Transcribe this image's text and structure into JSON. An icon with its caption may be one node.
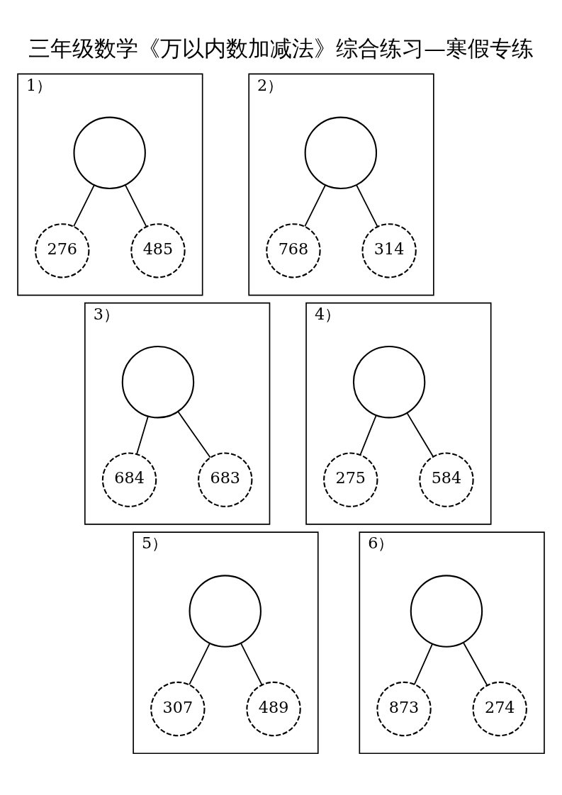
{
  "diagram": {
    "title": "三年级数学《万以内数加减法》综合练习—寒假专练",
    "nodes": [
      {
        "text": [
          "1）"
        ]
      },
      {
        "text": [],
        "shape": "circle",
        "in": 0
      },
      {
        "text": [
          "276"
        ],
        "in": 0
      },
      {
        "text": [
          "485"
        ],
        "in": 0
      },
      {
        "text": [
          "2）"
        ]
      },
      {
        "text": [],
        "shape": "circle",
        "in": 4
      },
      {
        "text": [
          "768"
        ],
        "in": 4
      },
      {
        "text": [
          "314"
        ],
        "in": 4
      },
      {
        "text": [
          "3）"
        ]
      },
      {
        "text": [],
        "shape": "circle",
        "in": 8
      },
      {
        "text": [
          "684"
        ],
        "in": 8
      },
      {
        "text": [
          "683"
        ],
        "in": 8
      },
      {
        "text": [
          "4）"
        ]
      },
      {
        "text": [],
        "shape": "circle",
        "in": 12
      },
      {
        "text": [
          "275"
        ],
        "in": 12
      },
      {
        "text": [
          "584"
        ],
        "in": 12
      },
      {
        "text": [
          "5）"
        ]
      },
      {
        "text": [],
        "shape": "circle",
        "in": 16
      },
      {
        "text": [
          "307"
        ],
        "in": 16
      },
      {
        "text": [
          "489"
        ],
        "in": 16
      },
      {
        "text": [
          "6）"
        ]
      },
      {
        "text": [],
        "shape": "circle",
        "in": 20
      },
      {
        "text": [
          "873"
        ],
        "in": 20
      },
      {
        "text": [
          "274"
        ],
        "in": 20
      }
    ],
    "edges": [
      {
        "from": 1,
        "to": 2,
        "arrow": "none"
      },
      {
        "from": 1,
        "to": 3,
        "arrow": "none"
      },
      {
        "from": 5,
        "to": 6,
        "arrow": "none"
      },
      {
        "from": 5,
        "to": 7,
        "arrow": "none"
      },
      {
        "from": 9,
        "to": 10,
        "arrow": "none"
      },
      {
        "from": 9,
        "to": 11,
        "arrow": "none"
      },
      {
        "from": 13,
        "to": 14,
        "arrow": "none"
      },
      {
        "from": 13,
        "to": 15,
        "arrow": "none"
      },
      {
        "from": 17,
        "to": 18,
        "arrow": "none"
      },
      {
        "from": 17,
        "to": 19,
        "arrow": "none"
      },
      {
        "from": 21,
        "to": 22,
        "arrow": "none"
      },
      {
        "from": 21,
        "to": 23,
        "arrow": "none"
      }
    ]
  }
}
